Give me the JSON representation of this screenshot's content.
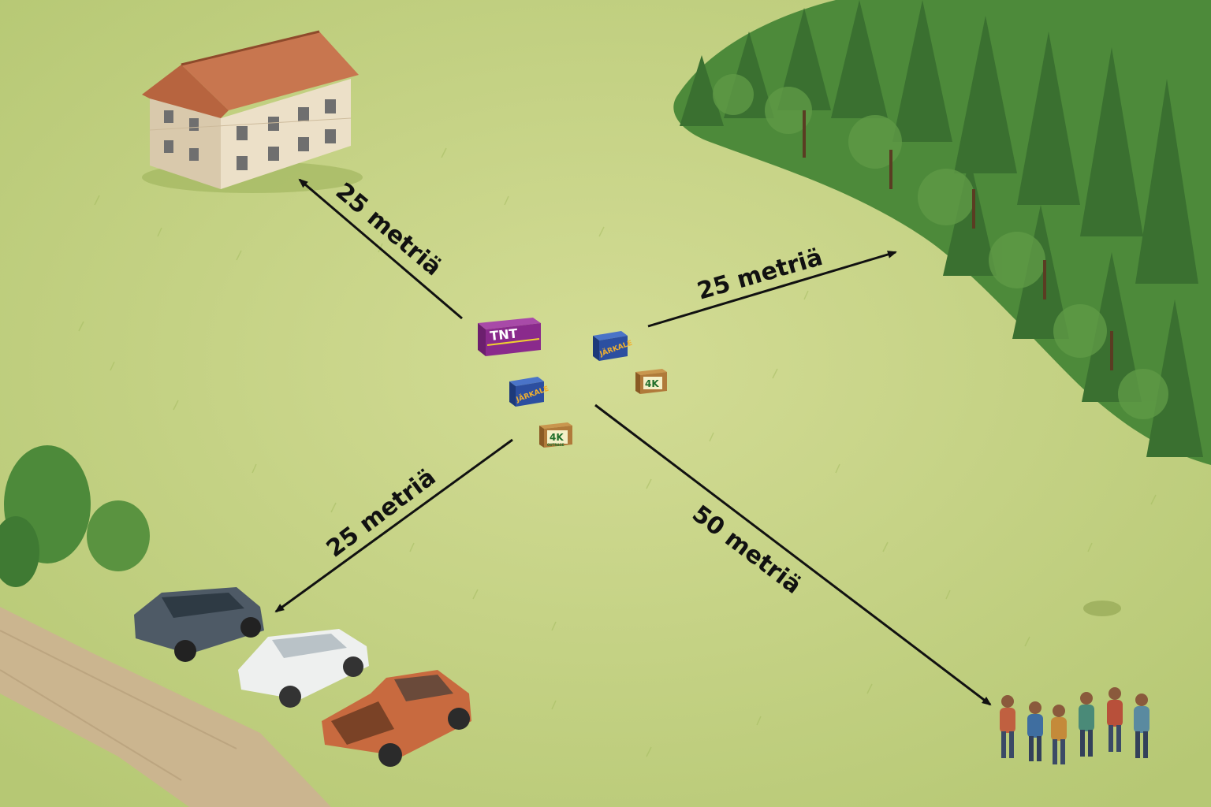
{
  "labels": {
    "house": "25 metriä",
    "forest": "25 metriä",
    "cars": "25 metriä",
    "spectators": "50 metriä"
  },
  "boxes": {
    "tnt": {
      "title": "TNT"
    },
    "jarkale": {
      "title": "JÄRKALE"
    },
    "fourk": {
      "title": "4K",
      "subtitle": "OUTRAGE"
    }
  },
  "colors": {
    "grass": "#c9d68a",
    "grass_dark": "#a9c061",
    "forest": "#3f7a33",
    "roof": "#c8764f",
    "house_wall": "#ece0c8",
    "road": "#cbb58f",
    "arrow": "#111111",
    "tnt_box": "#8a2a8c",
    "jarkale_box": "#2c4fa0",
    "fourk_box": "#b07a3a"
  }
}
